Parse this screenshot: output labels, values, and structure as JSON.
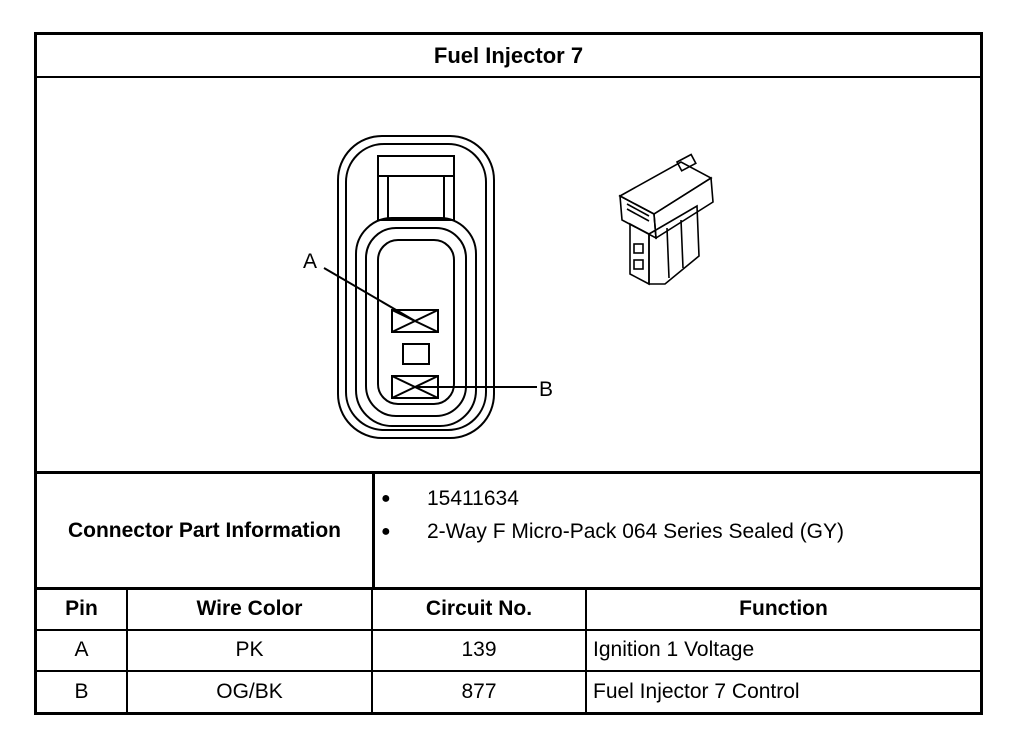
{
  "title": "Fuel Injector 7",
  "diagram": {
    "label_a": "A",
    "label_b": "B"
  },
  "connector_info": {
    "label": "Connector Part Information",
    "items": [
      "15411634",
      "2-Way F Micro-Pack 064 Series Sealed (GY)"
    ],
    "bullet": "●"
  },
  "pin_table": {
    "headers": [
      "Pin",
      "Wire Color",
      "Circuit No.",
      "Function"
    ],
    "rows": [
      {
        "pin": "A",
        "wire_color": "PK",
        "circuit": "139",
        "function": "Ignition 1 Voltage"
      },
      {
        "pin": "B",
        "wire_color": "OG/BK",
        "circuit": "877",
        "function": "Fuel Injector 7 Control"
      }
    ]
  }
}
